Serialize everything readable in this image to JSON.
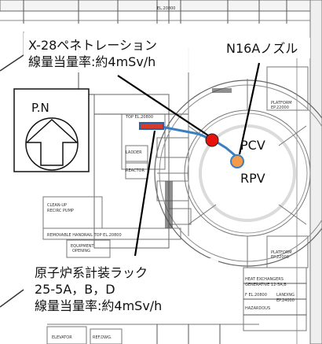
{
  "callouts": {
    "penetration": {
      "line1": "X-28ペネトレーション",
      "line2": "線量当量率:約4mSv/h"
    },
    "nozzle": {
      "label": "N16Aノズル"
    },
    "rack": {
      "line1": "原子炉系計装ラック",
      "line2": "25-5A，B，D",
      "line3": "線量当量率:約4mSv/h"
    },
    "north": {
      "label": "P.N"
    }
  },
  "vessels": {
    "pcv": "PCV",
    "rpv": "RPV"
  },
  "plan_labels": {
    "top_el": "TOP EL.20800",
    "platform_top": "PLATFORM",
    "platform_top_el": "EP.22000",
    "platform_bot": "PLATFORM",
    "platform_bot_el": "EP.22000",
    "ladder": "LADDER",
    "reactor": "REACTOR",
    "clean_up": "CLEAN-UP",
    "recirc": "RECIRC PUMP",
    "handrail": "REMOVABLE HANDRAIL  TOP EL.20800",
    "equipment": "EQUIPMENT",
    "opening": "OPENING",
    "elevator": "ELEVATOR",
    "heat_exch": "HEAT EXCHANGERS",
    "heat_exch2": "GENERATIVE 12-5A,B",
    "fl_el": "F EL.20800",
    "landing": "LANDING",
    "el24000": "EP.24000",
    "hazardous": "HAZARDOUS",
    "ref_dwg": "REF.DWG.",
    "el20800": "EL.20800"
  },
  "colors": {
    "marker_red": "#e8120c",
    "marker_orange": "#f59a4a",
    "pipe_blue": "#3a7fc2",
    "rack_red": "#d83a2a"
  }
}
